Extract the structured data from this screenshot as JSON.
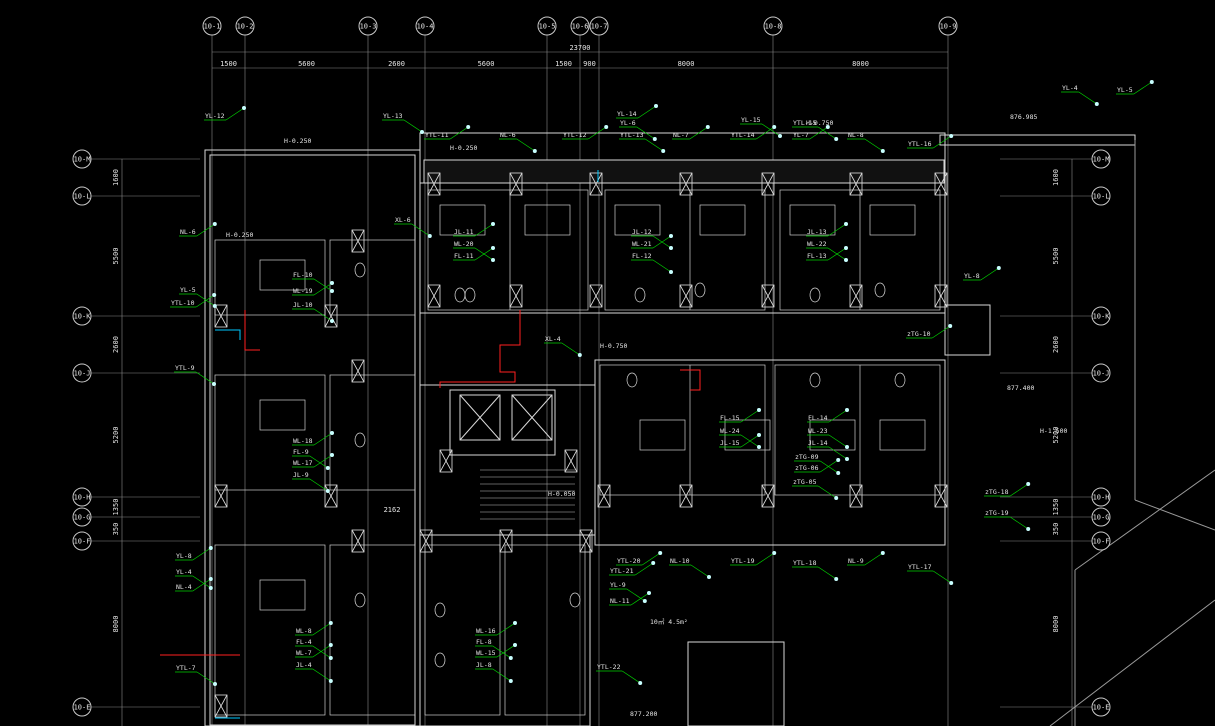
{
  "drawing": {
    "colors": {
      "background": "#000000",
      "wall": "#d8d8d8",
      "grid": "#9a9a9a",
      "leader": "#00d000",
      "pipe_red": "#ff2020",
      "pipe_cyan": "#00c8ff",
      "text": "#e6e6e6",
      "yellow": "#f0f000"
    },
    "top_axes": [
      "10-1",
      "10-2",
      "10-3",
      "10-4",
      "10-5",
      "10-6",
      "10-7",
      "10-8",
      "10-9"
    ],
    "left_axes": [
      "10-M",
      "10-L",
      "10-K",
      "10-J",
      "10-H",
      "10-G",
      "10-F",
      "10-E"
    ],
    "right_axes": [
      "10-M",
      "10-L",
      "10-K",
      "10-J",
      "10-H",
      "10-G",
      "10-F",
      "10-E"
    ],
    "top_total_dim": "23700",
    "top_dims": [
      "1500",
      "5600",
      "2600",
      "5600",
      "1500",
      "900",
      "8000",
      "8000"
    ],
    "left_dims": [
      "1600",
      "5500",
      "2600",
      "5200",
      "1350",
      "350",
      "8000"
    ],
    "right_dims": [
      "1600",
      "5500",
      "2600",
      "5200",
      "1350",
      "350",
      "8000"
    ],
    "mid_dim": "2162",
    "elevation_note": "877.400",
    "elevation_note_2": "876.985",
    "elevation_note_3": "877.200",
    "height_notes": [
      "H-0.250",
      "H-0.250",
      "H-0.750",
      "H-0.250",
      "H-0.050",
      "H-1.500",
      "H-0.750"
    ],
    "pipe_labels": [
      "YL-12",
      "YL-13",
      "YTL-11",
      "NL-6",
      "YTL-12",
      "YTL-13",
      "YL-14",
      "YL-6",
      "NL-7",
      "YL-15",
      "YTL-14",
      "YTL-15",
      "YL-7",
      "NL-8",
      "YTL-16",
      "YL-4",
      "YL-5",
      "XL-6",
      "NL-6",
      "YL-5",
      "YTL-10",
      "YTL-9",
      "YL-8",
      "XL-4",
      "YTL-20",
      "NL-10",
      "YTL-19",
      "YTL-18",
      "NL-9",
      "YTL-17",
      "YTL-21",
      "YL-9",
      "NL-11",
      "YTL-22",
      "YL-8",
      "YL-4",
      "NL-4",
      "YTL-7",
      "JL-11",
      "WL-20",
      "FL-11",
      "JL-12",
      "WL-21",
      "FL-12",
      "JL-13",
      "WL-22",
      "FL-13",
      "FL-10",
      "WL-19",
      "JL-10",
      "WL-18",
      "FL-9",
      "WL-17",
      "JL-9",
      "FL-15",
      "WL-24",
      "JL-15",
      "WL-23",
      "FL-14",
      "JL-14",
      "WL-8",
      "FL-4",
      "WL-7",
      "JL-4",
      "WL-16",
      "FL-8",
      "WL-15",
      "JL-8",
      "zTG-10",
      "zTG-09",
      "zTG-06",
      "zTG-05",
      "zTG-18",
      "zTG-19"
    ],
    "note_bottom": "10㎡ 4.5m²",
    "footer_note": "877.200"
  }
}
